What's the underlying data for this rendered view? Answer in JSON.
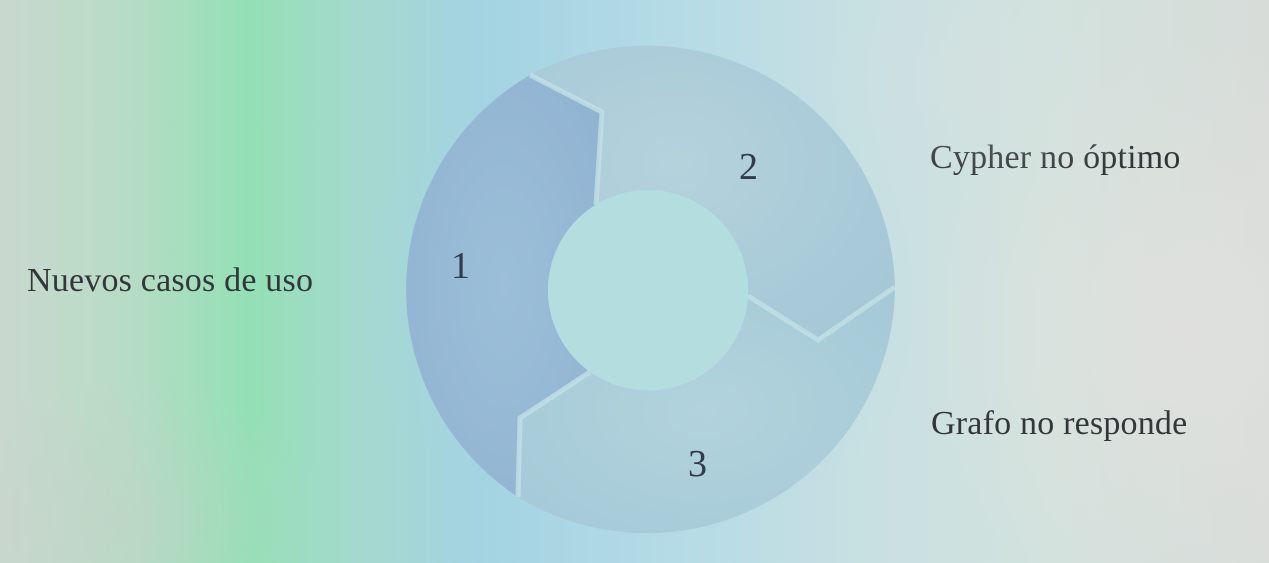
{
  "diagram": {
    "type": "cycle",
    "segments": [
      {
        "number": "1",
        "label": "Nuevos casos de uso"
      },
      {
        "number": "2",
        "label": "Cypher no óptimo"
      },
      {
        "number": "3",
        "label": "Grafo no responde"
      }
    ]
  },
  "colors": {
    "segment_1": "#93b7d4",
    "segment_2": "#a9cbd9",
    "segment_3": "#a9ccd8",
    "center": "#b5dde0",
    "text": "#33373a"
  }
}
